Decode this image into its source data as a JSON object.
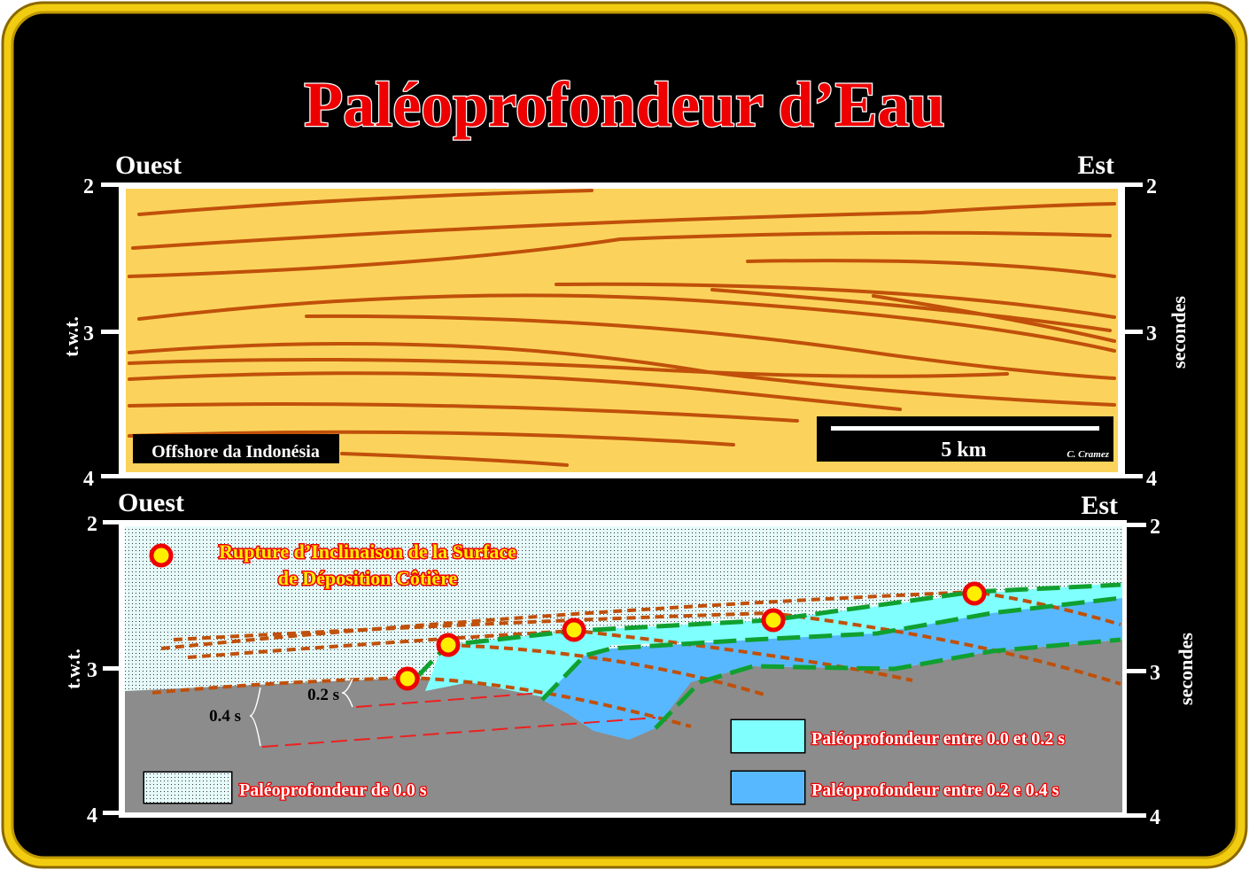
{
  "title": "Paléoprofondeur d’Eau",
  "top_panel": {
    "west_label": "Ouest",
    "east_label": "Est",
    "left_axis_title": "t.w.t.",
    "right_axis_title": "secondes",
    "ticks": [
      "2",
      "3",
      "4"
    ],
    "location_label": "Offshore da Indonésia",
    "scale_label": "5 km",
    "credit": "C. Cramez"
  },
  "bottom_panel": {
    "west_label": "Ouest",
    "east_label": "Est",
    "left_axis_title": "t.w.t.",
    "right_axis_title": "secondes",
    "ticks": [
      "2",
      "3",
      "4"
    ],
    "legend_break_line1": "Rupture d’Inclinaison de la Surface",
    "legend_break_line2": "de Déposition Côtière",
    "interval_small": "0.2 s",
    "interval_large": "0.4 s",
    "legend_0": "Paléoprofondeur de 0.0 s",
    "legend_1": "Paléoprofondeur entre 0.0 et 0.2 s",
    "legend_2": "Paléoprofondeur entre 0.2 e 0.4 s"
  },
  "colors": {
    "background": "#000000",
    "border": "#f0c800",
    "seismic_fill": "#fbd35c",
    "reflector": "#c0500a",
    "water_0": "#e0f8f8",
    "water_1": "#80ffff",
    "water_2": "#58b8ff",
    "ground": "#8c8c8c",
    "green": "#10a030",
    "title_red": "#ee0000"
  }
}
